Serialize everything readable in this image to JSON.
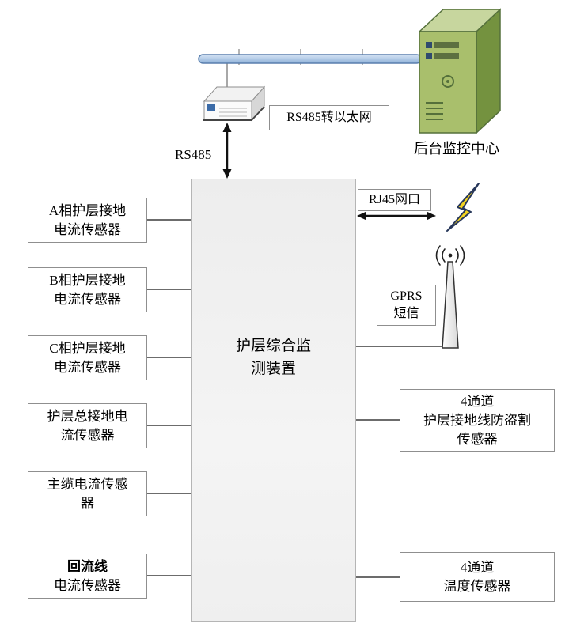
{
  "page": {
    "background": "#ffffff"
  },
  "colors": {
    "bus_fill_light": "#d6e4f4",
    "bus_fill_dark": "#8fb2d9",
    "bus_border": "#5a7fae",
    "server_front": "#a9bf6c",
    "server_side": "#74923f",
    "server_top": "#c7d69e",
    "lightning_fill": "#f2d21f",
    "lightning_border": "#27375a",
    "central_box_fill": "#f1f1f1",
    "box_border": "#8f8f8f",
    "connector_line": "#3c3c3c"
  },
  "icons": {
    "bus": "network-bus-icon",
    "converter": "rs485-converter-icon",
    "server": "server-tower-icon",
    "lightning": "lightning-bolt-icon",
    "antenna": "antenna-icon",
    "rs485_arrow": "rs485-double-arrow",
    "rj45_arrow": "rj45-double-arrow"
  },
  "labels": {
    "server": "后台监控中心",
    "converter_box": "RS485转以太网",
    "rs485": "RS485",
    "rj45": "RJ45网口"
  },
  "central_device": {
    "line1": "护层综合监",
    "line2": "测装置"
  },
  "gprs": {
    "line1": "GPRS",
    "line2": "短信"
  },
  "left_boxes": [
    {
      "line1": "A相护层接地",
      "line2": "电流传感器"
    },
    {
      "line1": "B相护层接地",
      "line2": "电流传感器"
    },
    {
      "line1": "C相护层接地",
      "line2": "电流传感器"
    },
    {
      "line1": "护层总接地电",
      "line2": "流传感器"
    },
    {
      "line1": "主缆电流传感",
      "line2": "器"
    },
    {
      "line1": "回流线",
      "line2": "电流传感器"
    }
  ],
  "right_boxes": [
    {
      "line1": "4通道",
      "line2": "护层接地线防盗割",
      "line3": "传感器"
    },
    {
      "line1": "4通道",
      "line2": "温度传感器"
    }
  ]
}
